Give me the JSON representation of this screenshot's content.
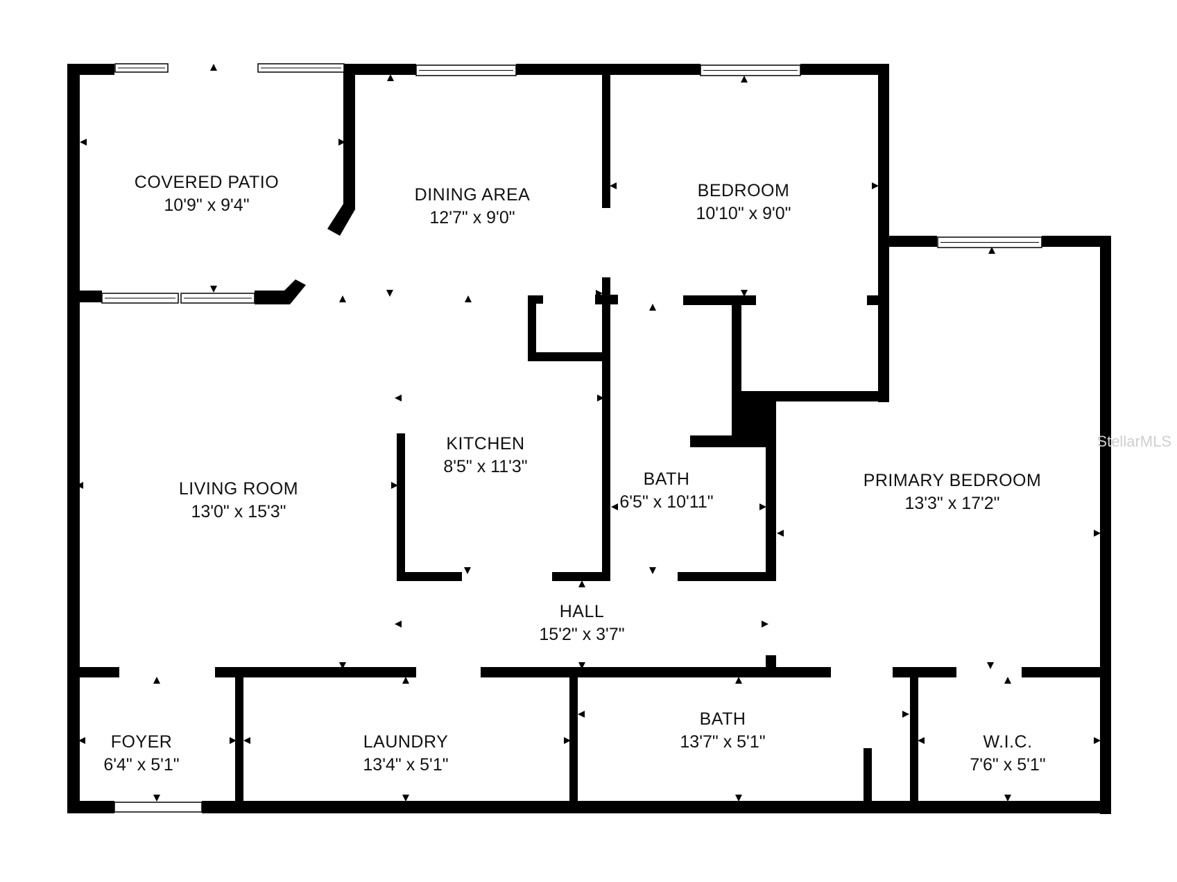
{
  "rooms": [
    {
      "id": "covered-patio",
      "name": "COVERED PATIO",
      "dims": "10'9\" x 9'4\""
    },
    {
      "id": "dining-area",
      "name": "DINING AREA",
      "dims": "12'7\" x 9'0\""
    },
    {
      "id": "bedroom",
      "name": "BEDROOM",
      "dims": "10'10\" x 9'0\""
    },
    {
      "id": "kitchen",
      "name": "KITCHEN",
      "dims": "8'5\" x 11'3\""
    },
    {
      "id": "living-room",
      "name": "LIVING ROOM",
      "dims": "13'0\" x 15'3\""
    },
    {
      "id": "bath-1",
      "name": "BATH",
      "dims": "6'5\" x 10'11\""
    },
    {
      "id": "primary-bedroom",
      "name": "PRIMARY BEDROOM",
      "dims": "13'3\" x 17'2\""
    },
    {
      "id": "hall",
      "name": "HALL",
      "dims": "15'2\" x 3'7\""
    },
    {
      "id": "foyer",
      "name": "FOYER",
      "dims": "6'4\" x 5'1\""
    },
    {
      "id": "laundry",
      "name": "LAUNDRY",
      "dims": "13'4\" x 5'1\""
    },
    {
      "id": "bath-2",
      "name": "BATH",
      "dims": "13'7\" x 5'1\""
    },
    {
      "id": "wic",
      "name": "W.I.C.",
      "dims": "7'6\" x 5'1\""
    }
  ],
  "watermark": "StellarMLS",
  "colors": {
    "wall": "#000000",
    "window": "#ffffff",
    "background": "#ffffff"
  }
}
